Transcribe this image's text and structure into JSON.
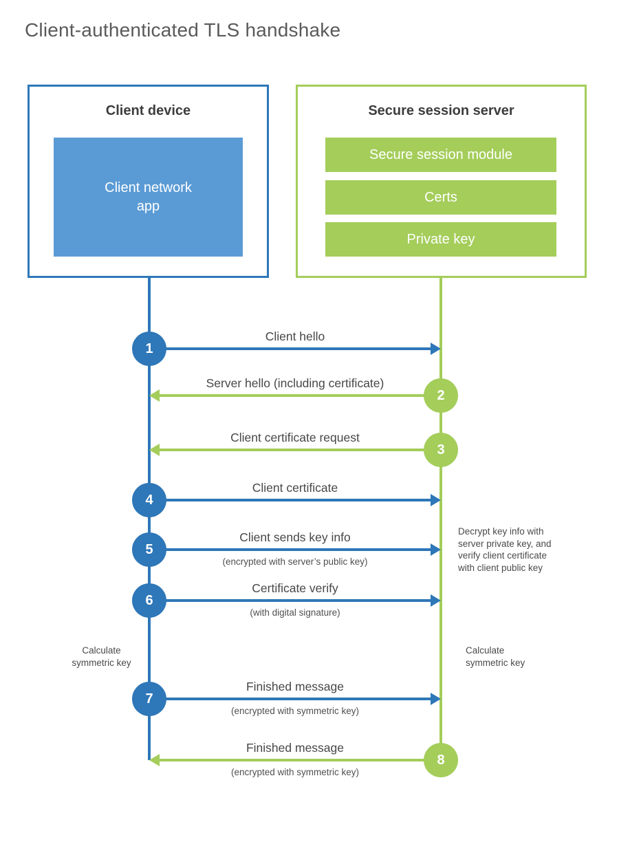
{
  "title": "Client-authenticated TLS handshake",
  "colors": {
    "blue": "#2e77b8",
    "blue_fill": "#5b9bd5",
    "green": "#a4cd5a",
    "title_text": "#5a5a5a",
    "dark_text": "#3d3d3d"
  },
  "client_box": {
    "title": "Client device",
    "module": "Client network\napp"
  },
  "server_box": {
    "title": "Secure session server",
    "modules": [
      "Secure session module",
      "Certs",
      "Private key"
    ]
  },
  "steps": [
    {
      "num": "1",
      "label": "Client hello",
      "sub": "",
      "from": "client",
      "to": "server"
    },
    {
      "num": "2",
      "label": "Server hello (including certificate)",
      "sub": "",
      "from": "server",
      "to": "client"
    },
    {
      "num": "3",
      "label": "Client certificate request",
      "sub": "",
      "from": "server",
      "to": "client"
    },
    {
      "num": "4",
      "label": "Client certificate",
      "sub": "",
      "from": "client",
      "to": "server"
    },
    {
      "num": "5",
      "label": "Client sends key info",
      "sub": "(encrypted with server’s public key)",
      "from": "client",
      "to": "server"
    },
    {
      "num": "6",
      "label": "Certificate verify",
      "sub": "(with digital signature)",
      "from": "client",
      "to": "server"
    },
    {
      "num": "7",
      "label": "Finished message",
      "sub": "(encrypted with symmetric key)",
      "from": "client",
      "to": "server"
    },
    {
      "num": "8",
      "label": "Finished message",
      "sub": "(encrypted with symmetric key)",
      "from": "server",
      "to": "client"
    }
  ],
  "notes": {
    "decrypt_note": "Decrypt key info with\nserver private key, and\nverify client certificate\nwith client public key",
    "calc_left": "Calculate\nsymmetric key",
    "calc_right": "Calculate\nsymmetric key"
  }
}
